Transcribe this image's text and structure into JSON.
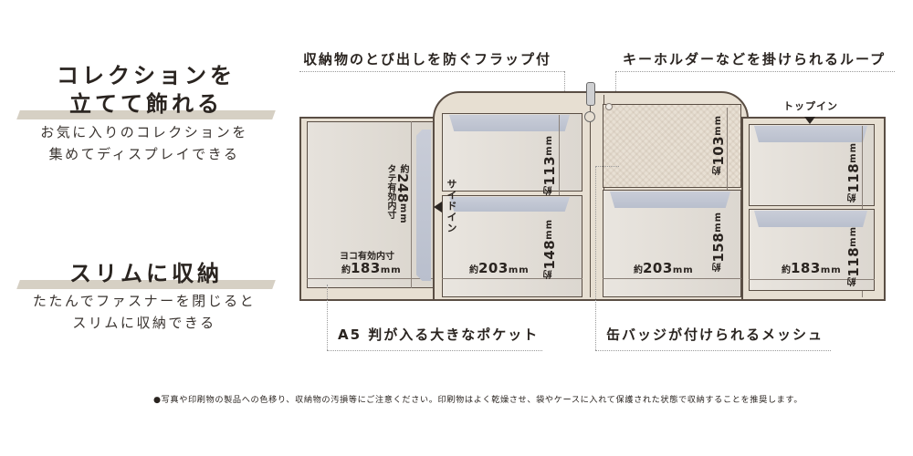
{
  "features": [
    {
      "title_lines": [
        "コレクションを",
        "立てて飾れる"
      ],
      "description_lines": [
        "お気に入りのコレクションを",
        "集めてディスプレイできる"
      ]
    },
    {
      "title_lines": [
        "スリムに収納"
      ],
      "description_lines": [
        "たたんでファスナーを閉じると",
        "スリムに収納できる"
      ]
    }
  ],
  "callouts": {
    "flap": "収納物のとび出しを防ぐフラップ付",
    "loop": "キーホルダーなどを掛けられるループ",
    "a5_pocket": "A5 判が入る大きなポケット",
    "badge_mesh": "缶バッジが付けられるメッシュ"
  },
  "diagram": {
    "left_pocket": {
      "vertical_label": "タテ有効内寸",
      "vertical_value_prefix": "約",
      "vertical_value": "248",
      "horizontal_label": "ヨコ有効内寸",
      "horizontal_value_prefix": "約",
      "horizontal_value": "183",
      "unit": "mm"
    },
    "side_in_label": "サイドイン",
    "top_in_label": "トップイン",
    "center_left": {
      "upper_height": "113",
      "lower_height": "148",
      "width": "203",
      "prefix": "約",
      "unit": "mm"
    },
    "center_right": {
      "upper_height": "103",
      "lower_height": "158",
      "width": "203",
      "prefix": "約",
      "unit": "mm"
    },
    "right": {
      "upper_height": "118",
      "lower_height": "118",
      "width": "183",
      "prefix": "約",
      "unit": "mm"
    }
  },
  "footnote": "●写真や印刷物の製品への色移り、収納物の汚損等にご注意ください。印刷物はよく乾燥させ、袋やケースに入れて保護された状態で収納することを推奨します。",
  "colors": {
    "outline": "#5a4e44",
    "case_beige": "#e7dfd2",
    "pocket_blue": "#c3c8d4",
    "brush": "#d6d0c4",
    "text": "#2a2420"
  }
}
